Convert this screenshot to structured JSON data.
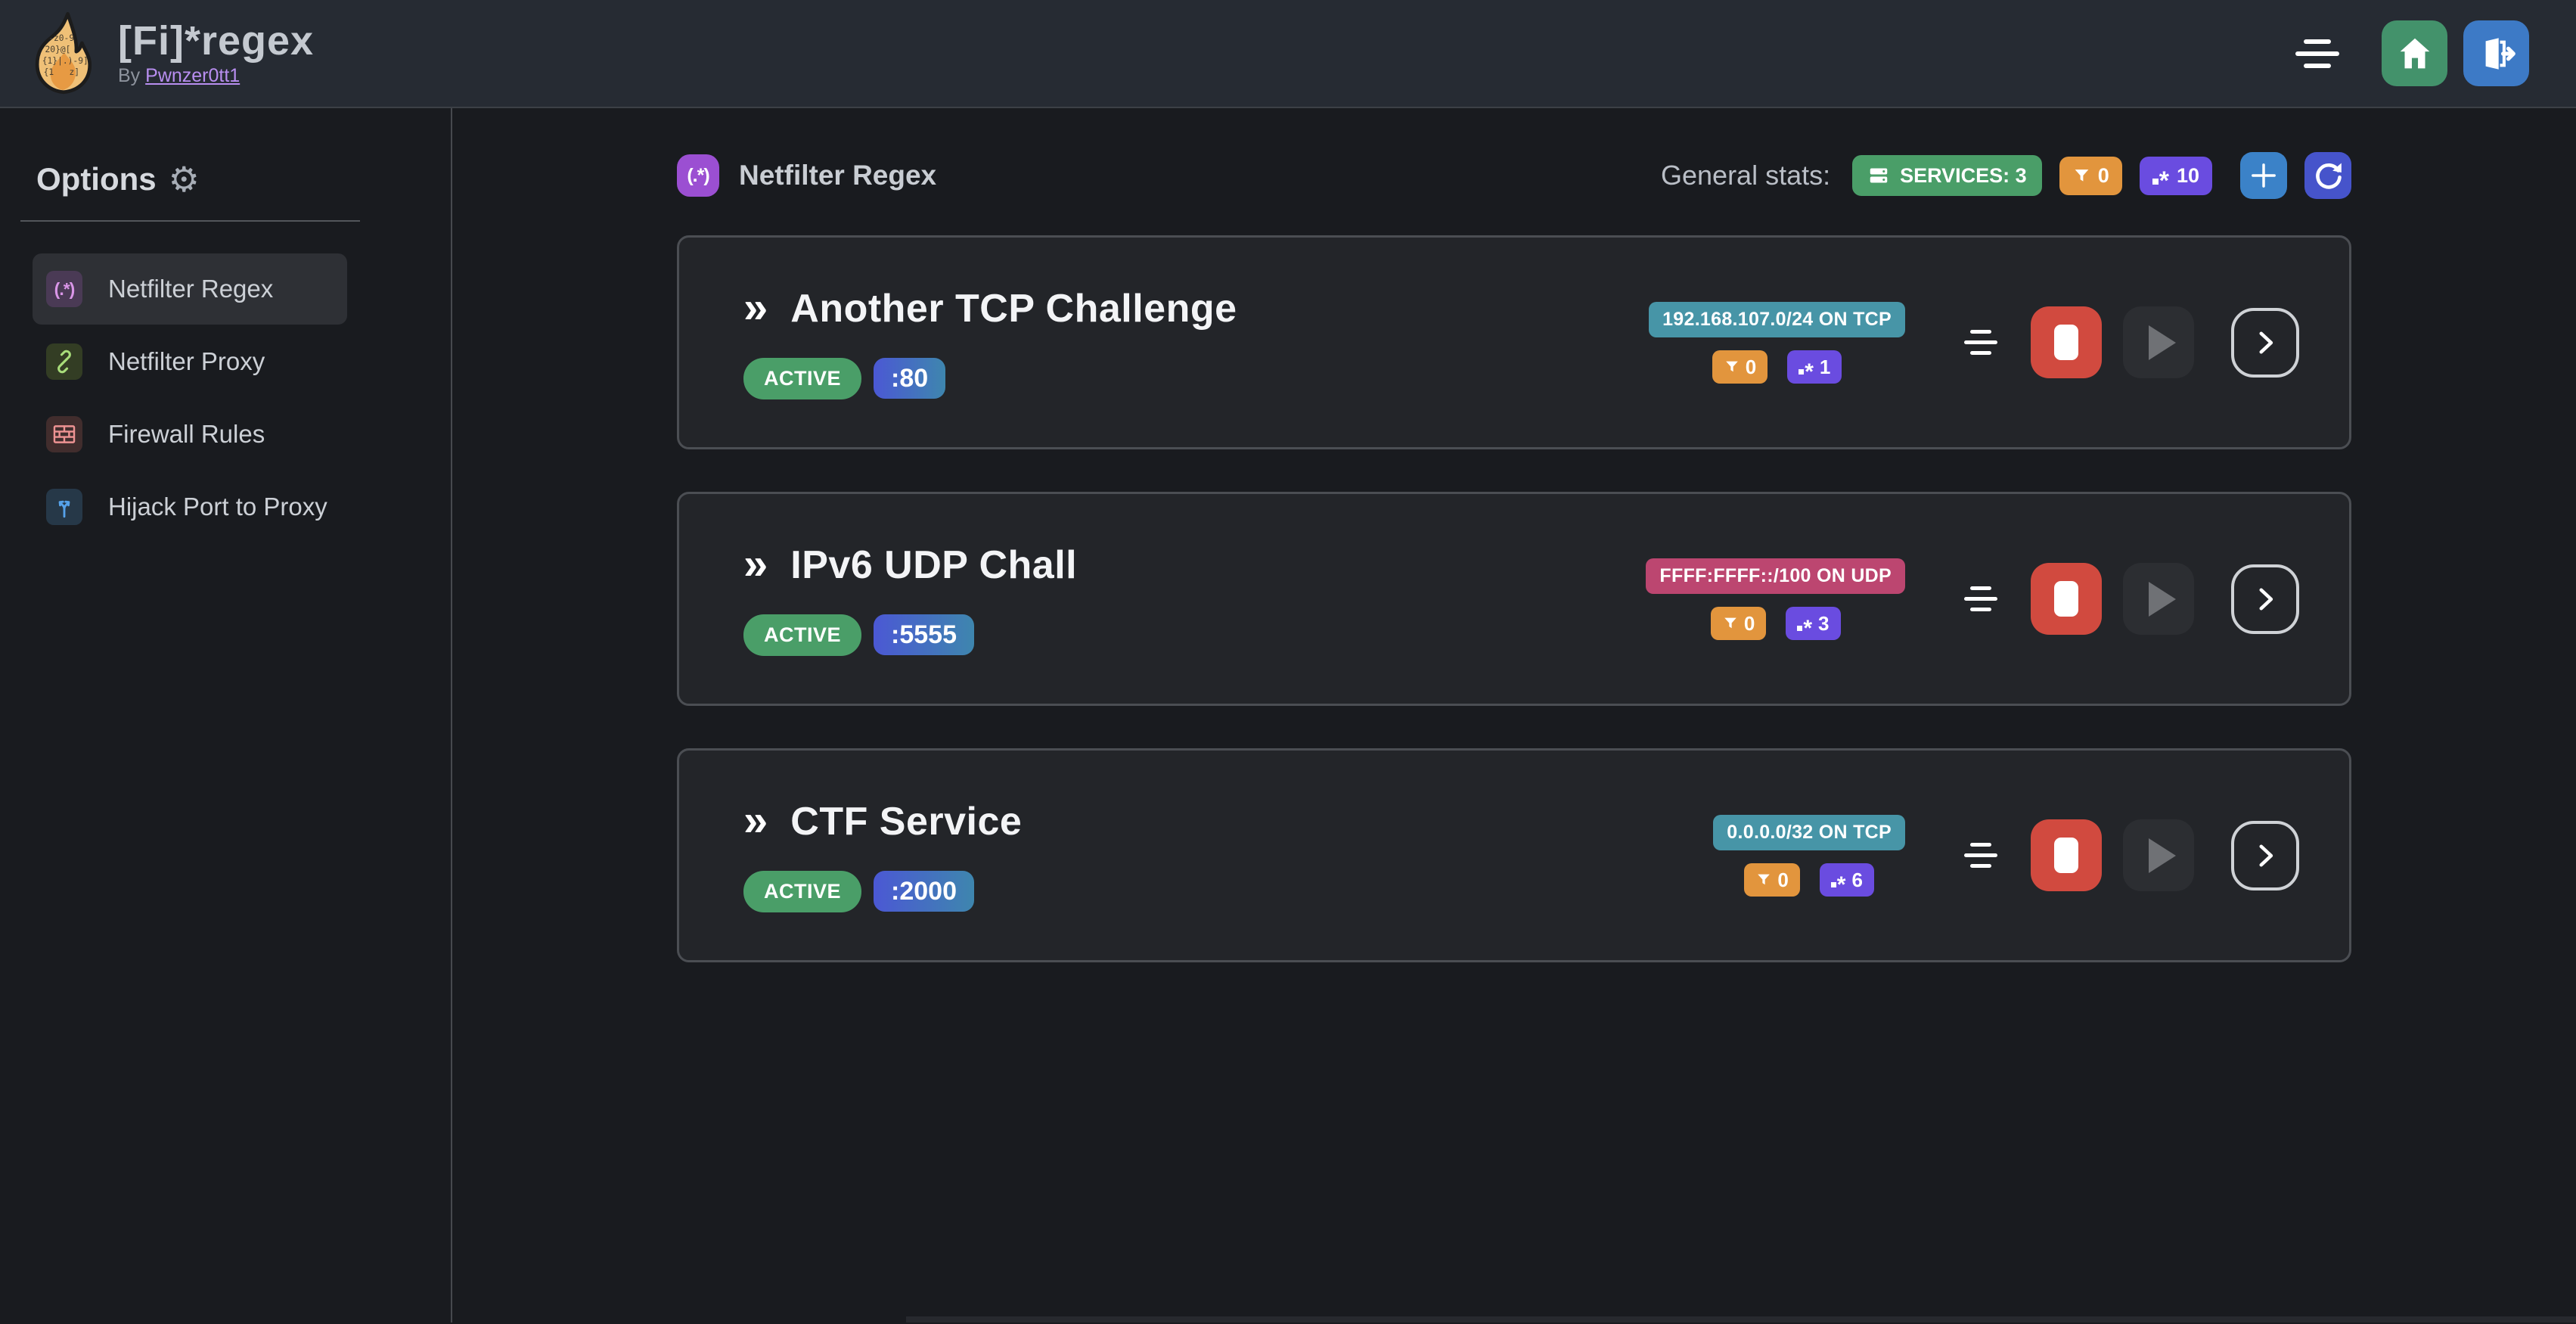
{
  "header": {
    "title": "[Fi]*regex",
    "byline_prefix": "By",
    "byline_link": "Pwnzer0tt1"
  },
  "icons": {
    "double_chevron": "»",
    "gear": "⚙",
    "regex_glyph": "(.*)",
    "star": "*"
  },
  "sidebar": {
    "heading": "Options",
    "items": [
      {
        "label": "Netfilter Regex",
        "icon": "regex-icon",
        "active": true
      },
      {
        "label": "Netfilter Proxy",
        "icon": "plug-link-icon",
        "active": false
      },
      {
        "label": "Firewall Rules",
        "icon": "brick-wall-icon",
        "active": false
      },
      {
        "label": "Hijack Port to Proxy",
        "icon": "fork-arrows-icon",
        "active": false
      }
    ]
  },
  "main": {
    "section": {
      "title": "Netfilter Regex",
      "icon_glyph": "(.*)"
    },
    "stats": {
      "label": "General stats:",
      "services_badge": "SERVICES: 3",
      "filters_count": "0",
      "regex_count": "10"
    },
    "services": [
      {
        "title": "Another TCP Challenge",
        "status": "ACTIVE",
        "port": ":80",
        "network": "192.168.107.0/24 ON TCP",
        "network_color": "teal",
        "filters_count": "0",
        "regex_count": "1"
      },
      {
        "title": "IPv6 UDP Chall",
        "status": "ACTIVE",
        "port": ":5555",
        "network": "FFFF:FFFF::/100 ON UDP",
        "network_color": "pink",
        "filters_count": "0",
        "regex_count": "3"
      },
      {
        "title": "CTF Service",
        "status": "ACTIVE",
        "port": ":2000",
        "network": "0.0.0.0/32 ON TCP",
        "network_color": "teal",
        "filters_count": "0",
        "regex_count": "6"
      }
    ]
  },
  "colors": {
    "accent_purple": "#9b4fd2",
    "active_green": "#4a9e68",
    "filter_orange": "#e2953d",
    "regex_violet": "#6a4ce0",
    "net_teal": "#4795a7",
    "net_pink": "#bc4670",
    "stop_red": "#d14a3f",
    "home_green": "#43926b",
    "logout_blue": "#3d7ac6",
    "add_blue": "#3b82c8",
    "refresh_indigo": "#4654cb"
  }
}
